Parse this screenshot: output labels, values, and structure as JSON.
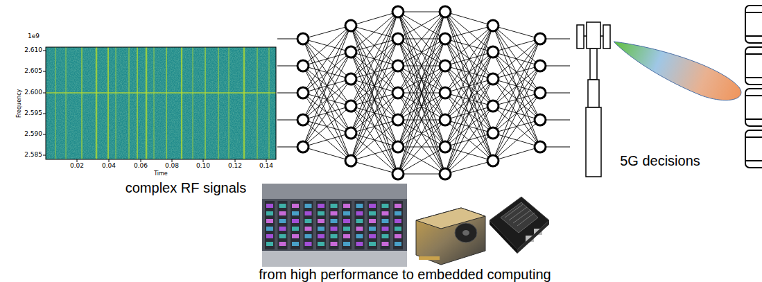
{
  "diagram": {
    "labels": [
      "1e9",
      "2.610",
      "2.605",
      "2.600",
      "2.595",
      "2.590",
      "2.585",
      "Frequency",
      "0.02",
      "0.04",
      "0.06",
      "0.08",
      "0.10",
      "0.12",
      "0.14",
      "Time",
      "complex RF signals",
      "5G decisions",
      "from high performance to embedded computing"
    ]
  }
}
